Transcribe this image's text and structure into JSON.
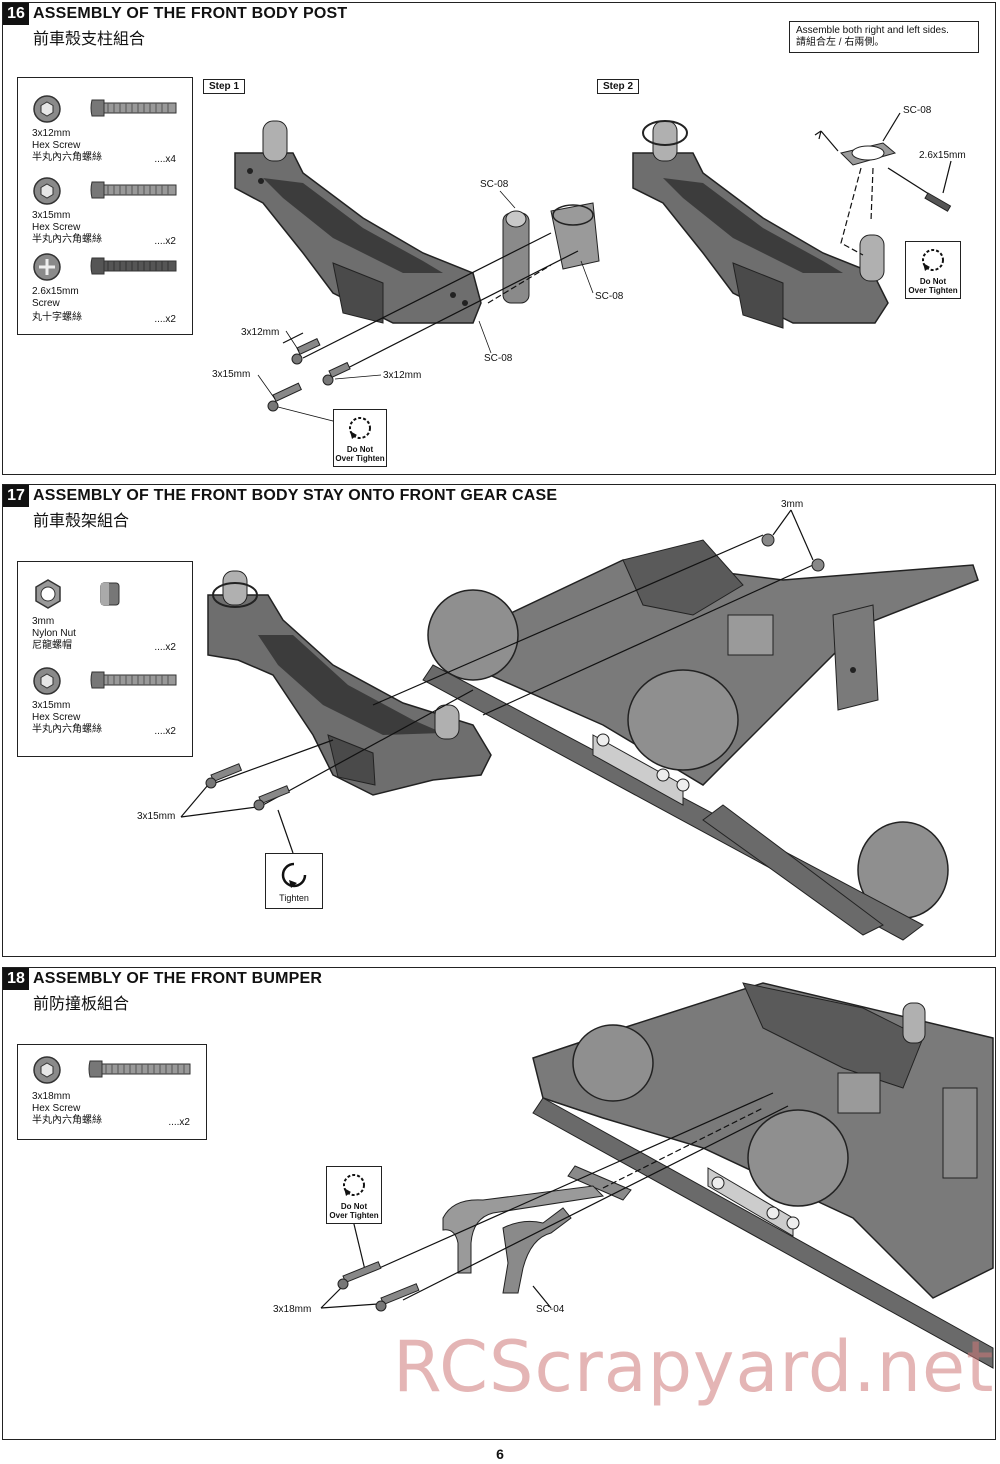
{
  "steps": [
    {
      "number": "16",
      "title": "ASSEMBLY OF THE FRONT BODY POST",
      "subtitle": "前車殼支柱組合",
      "note_line1": "Assemble both right and left sides.",
      "note_line2": "請組合左 / 右兩側。",
      "step1_label": "Step 1",
      "step2_label": "Step 2",
      "parts": [
        {
          "size": "3x12mm",
          "name": "Hex Screw",
          "cn": "半丸內六角螺絲",
          "qty": "....x4"
        },
        {
          "size": "3x15mm",
          "name": "Hex Screw",
          "cn": "半丸內六角螺絲",
          "qty": "....x2"
        },
        {
          "size": "2.6x15mm",
          "name": "Screw",
          "cn": "丸十字螺絲",
          "qty": "....x2"
        }
      ],
      "labels": {
        "sc08_a": "SC-08",
        "sc08_b": "SC-08",
        "sc08_c": "SC-08",
        "sc08_d": "SC-08",
        "s3x12_a": "3x12mm",
        "s3x12_b": "3x12mm",
        "s3x15": "3x15mm",
        "s26x15": "2.6x15mm"
      },
      "marker_step1_line1": "Do Not",
      "marker_step1_line2": "Over Tighten",
      "marker_step2_line1": "Do Not",
      "marker_step2_line2": "Over Tighten"
    },
    {
      "number": "17",
      "title": "ASSEMBLY OF THE FRONT BODY STAY ONTO FRONT GEAR CASE",
      "subtitle": "前車殼架組合",
      "parts": [
        {
          "size": "3mm",
          "name": "Nylon Nut",
          "cn": "尼龍螺帽",
          "qty": "....x2"
        },
        {
          "size": "3x15mm",
          "name": "Hex Screw",
          "cn": "半丸內六角螺絲",
          "qty": "....x2"
        }
      ],
      "labels": {
        "nut": "3mm",
        "screw": "3x15mm"
      },
      "marker_label": "Tighten"
    },
    {
      "number": "18",
      "title": "ASSEMBLY OF THE FRONT BUMPER",
      "subtitle": "前防撞板組合",
      "parts": [
        {
          "size": "3x18mm",
          "name": "Hex Screw",
          "cn": "半丸內六角螺絲",
          "qty": "....x2"
        }
      ],
      "labels": {
        "screw": "3x18mm",
        "sc04": "SC-04"
      },
      "marker_line1": "Do Not",
      "marker_line2": "Over Tighten"
    }
  ],
  "page_number": "6",
  "watermark": "RCScrapyard.net",
  "colors": {
    "part_fill": "#6e6e6e",
    "part_dark": "#3c3c3c",
    "part_light": "#b0b0b0",
    "line": "#111111"
  }
}
